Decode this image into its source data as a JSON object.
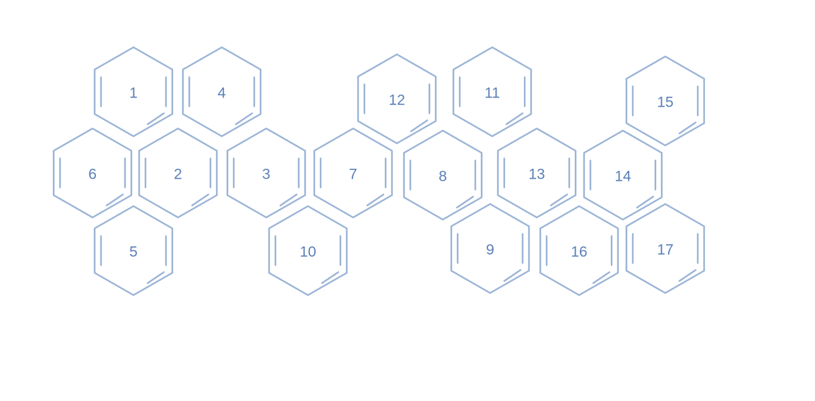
{
  "hexagons": [
    {
      "label": "1"
    },
    {
      "label": "4"
    },
    {
      "label": "12"
    },
    {
      "label": "11"
    },
    {
      "label": "15"
    },
    {
      "label": "6"
    },
    {
      "label": "2"
    },
    {
      "label": "3"
    },
    {
      "label": "7"
    },
    {
      "label": "8"
    },
    {
      "label": "13"
    },
    {
      "label": "14"
    },
    {
      "label": "5"
    },
    {
      "label": "10"
    },
    {
      "label": "9"
    },
    {
      "label": "16"
    },
    {
      "label": "17"
    }
  ]
}
